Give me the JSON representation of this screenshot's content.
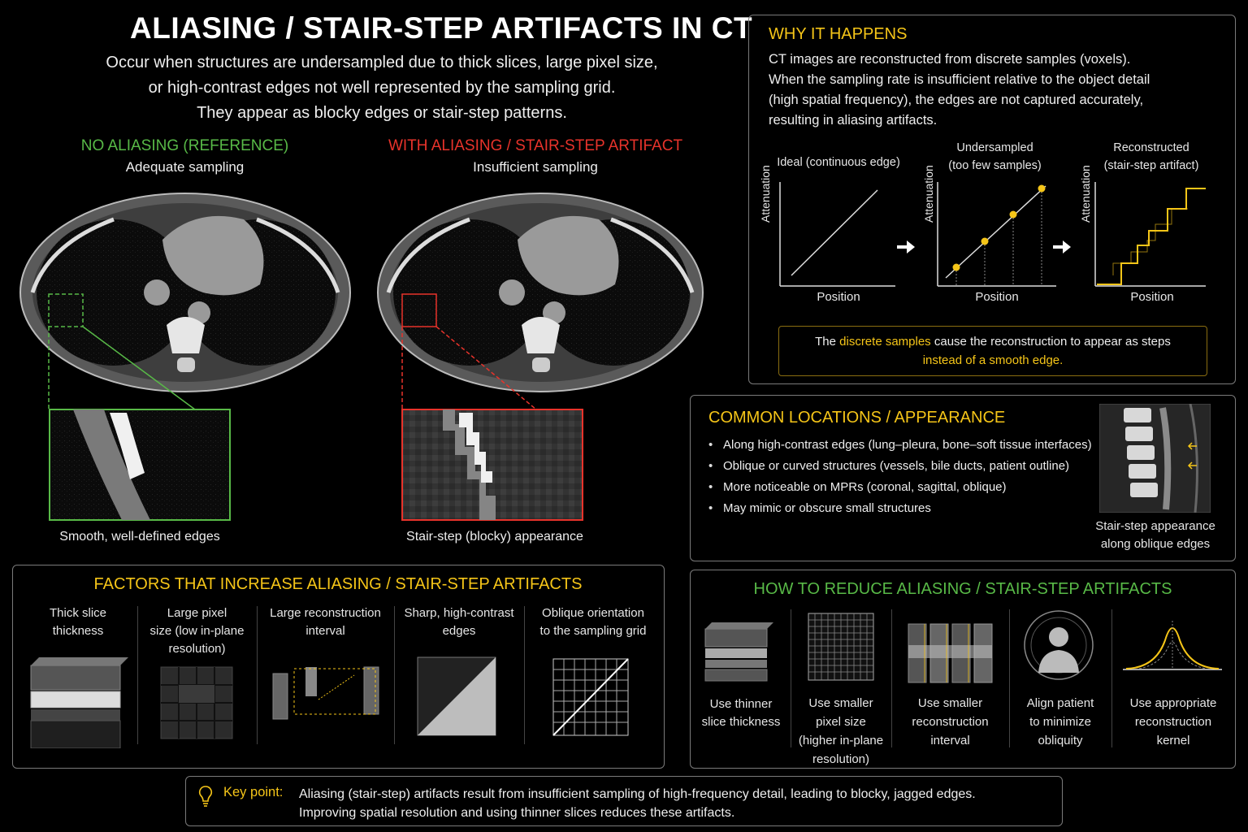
{
  "header": {
    "title": "ALIASING / STAIR-STEP ARTIFACTS IN CT",
    "subtitle_lines": [
      "Occur when structures are undersampled due to thick slices, large pixel size,",
      "or high-contrast edges not well represented by the sampling grid.",
      "They appear as blocky edges or stair-step patterns."
    ]
  },
  "comparison": {
    "left": {
      "heading": "NO ALIASING (REFERENCE)",
      "subheading": "Adequate sampling",
      "caption": "Smooth, well-defined edges"
    },
    "right": {
      "heading": "WITH ALIASING / STAIR-STEP ARTIFACT",
      "subheading": "Insufficient sampling",
      "caption": "Stair-step (blocky) appearance"
    }
  },
  "why": {
    "title": "WHY IT HAPPENS",
    "lines": [
      "CT images are reconstructed from discrete samples (voxels).",
      "When the sampling rate is insufficient relative to the object detail",
      "(high spatial frequency), the edges are not captured accurately,",
      "resulting in aliasing artifacts."
    ],
    "plots": [
      {
        "title_lines": [
          "Ideal (continuous edge)"
        ],
        "ylabel": "Attenuation",
        "xlabel": "Position"
      },
      {
        "title_lines": [
          "Undersampled",
          "(too few samples)"
        ],
        "ylabel": "Attenuation",
        "xlabel": "Position"
      },
      {
        "title_lines": [
          "Reconstructed",
          "(stair-step artifact)"
        ],
        "ylabel": "Attenuation",
        "xlabel": "Position"
      }
    ],
    "note": {
      "part1": "The ",
      "highlight1": "discrete samples",
      "part2": " cause the reconstruction to appear as steps",
      "highlight2": "instead of a smooth edge."
    }
  },
  "locations": {
    "title": "COMMON LOCATIONS / APPEARANCE",
    "bullets": [
      "Along high-contrast edges (lung–pleura, bone–soft tissue interfaces)",
      "Oblique or curved structures (vessels, bile ducts, patient outline)",
      "More noticeable on MPRs (coronal, sagittal, oblique)",
      "May mimic or obscure small structures"
    ],
    "image_caption_lines": [
      "Stair-step appearance",
      "along oblique edges"
    ]
  },
  "factors": {
    "title": "FACTORS THAT INCREASE ALIASING / STAIR-STEP ARTIFACTS",
    "items": [
      {
        "label_lines": [
          "Thick slice",
          "thickness"
        ],
        "icon": "slab-stack-icon"
      },
      {
        "label_lines": [
          "Large pixel",
          "size (low in-plane",
          "resolution)"
        ],
        "icon": "coarse-grid-icon"
      },
      {
        "label_lines": [
          "Large reconstruction",
          "interval"
        ],
        "icon": "slice-interval-icon"
      },
      {
        "label_lines": [
          "Sharp, high-contrast",
          "edges"
        ],
        "icon": "contrast-edge-icon"
      },
      {
        "label_lines": [
          "Oblique orientation",
          "to the sampling grid"
        ],
        "icon": "oblique-grid-icon"
      }
    ]
  },
  "reduce": {
    "title": "HOW TO REDUCE ALIASING / STAIR-STEP ARTIFACTS",
    "items": [
      {
        "label_lines": [
          "Use thinner",
          "slice thickness"
        ],
        "icon": "thin-slices-icon"
      },
      {
        "label_lines": [
          "Use smaller",
          "pixel size",
          "(higher in-plane",
          "resolution)"
        ],
        "icon": "fine-grid-icon"
      },
      {
        "label_lines": [
          "Use smaller",
          "reconstruction",
          "interval"
        ],
        "icon": "overlapping-slices-icon"
      },
      {
        "label_lines": [
          "Align patient",
          "to minimize",
          "obliquity"
        ],
        "icon": "patient-silhouette-icon"
      },
      {
        "label_lines": [
          "Use appropriate",
          "reconstruction",
          "kernel"
        ],
        "icon": "kernel-curve-icon"
      }
    ]
  },
  "keypoint": {
    "label": "Key point:",
    "lines": [
      "Aliasing (stair-step) artifacts result from insufficient sampling of high-frequency detail, leading to blocky, jagged edges.",
      "Improving spatial resolution and using thinner slices reduces these artifacts."
    ]
  },
  "colors": {
    "accent": "#f5c518",
    "good": "#58b947",
    "bad": "#e8332b",
    "border": "#7a7a7a"
  }
}
